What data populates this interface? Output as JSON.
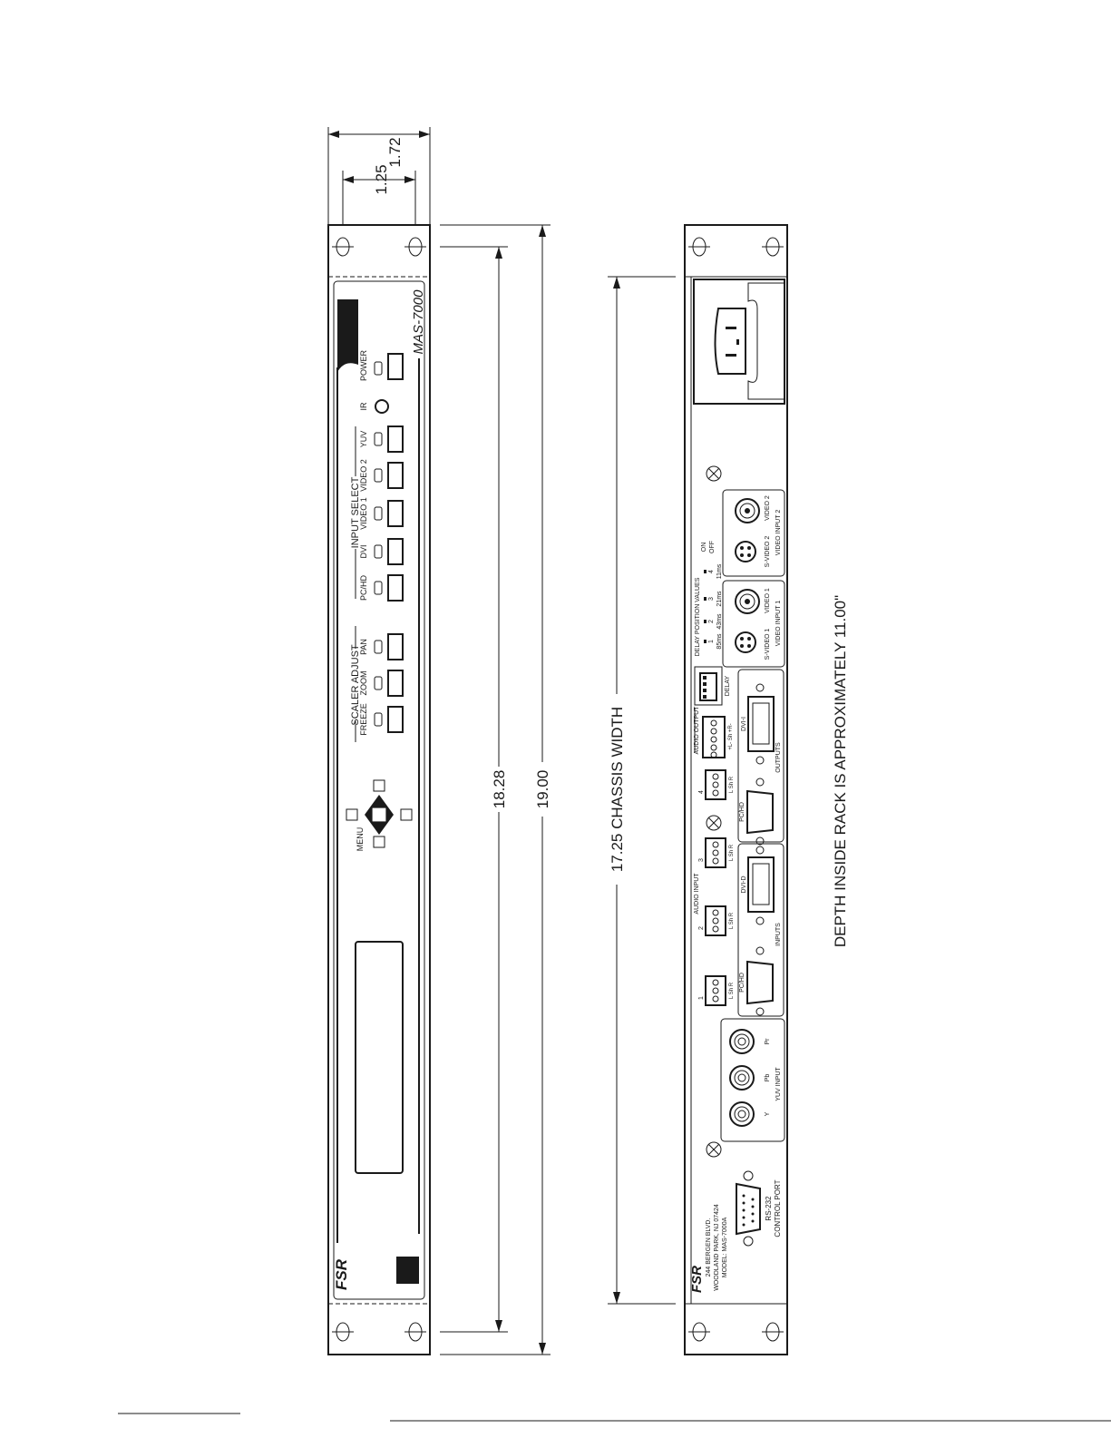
{
  "dimensions": {
    "front_depth_outer": "1.72",
    "front_depth_inner": "1.25",
    "mounting_hole_span": "18.28",
    "overall_width": "19.00",
    "chassis_width": "17.25 CHASSIS WIDTH",
    "rack_depth_note": "DEPTH INSIDE RACK IS APPROXIMATELY 11.00\""
  },
  "front_panel": {
    "brand": "FSR",
    "model": "MAS-7000",
    "menu_label": "MENU",
    "scaler_group": "SCALER ADJUST",
    "scaler_buttons": [
      "FREEZE",
      "ZOOM",
      "PAN"
    ],
    "input_group": "INPUT SELECT",
    "input_buttons": [
      "PC/HD",
      "DVI",
      "VIDEO 1",
      "VIDEO 2",
      "YUV"
    ],
    "ir_label": "IR",
    "power_label": "POWER"
  },
  "rear_panel": {
    "brand": "FSR",
    "address_lines": [
      "244 BERGEN BLVD.",
      "WOODLAND PARK, NJ 07424",
      "MODEL: MAS-7000A"
    ],
    "rs232_label": "RS-232",
    "rs232_sub": "CONTROL PORT",
    "yuv_labels": [
      "Y",
      "Pb",
      "Pr"
    ],
    "yuv_group": "YUV INPUT",
    "audio_input_group": "AUDIO INPUT",
    "audio_numbers": [
      "1",
      "2",
      "3",
      "4"
    ],
    "audio_pin_label": "L Sh R",
    "inputs_group": "INPUTS",
    "pchd_label": "PC/HD",
    "dvi_in_label": "DVI-D",
    "outputs_group": "OUTPUTS",
    "dvi_out_label": "DVI-I",
    "audio_output_group": "AUDIO OUTPUT",
    "audio_output_pins": "+L- Sh +R-",
    "delay_label": "DELAY",
    "delay_title": "DELAY POSITION VALUES",
    "delay_positions": [
      "1",
      "2",
      "3",
      "4"
    ],
    "delay_values": [
      "85ms",
      "43ms",
      "21ms",
      "11ms"
    ],
    "delay_on": "ON",
    "delay_off": "OFF",
    "svideo1": "S-VIDEO 1",
    "video1": "VIDEO 1",
    "video_input1": "VIDEO INPUT 1",
    "svideo2": "S-VIDEO 2",
    "video2": "VIDEO 2",
    "video_input2": "VIDEO INPUT 2"
  }
}
